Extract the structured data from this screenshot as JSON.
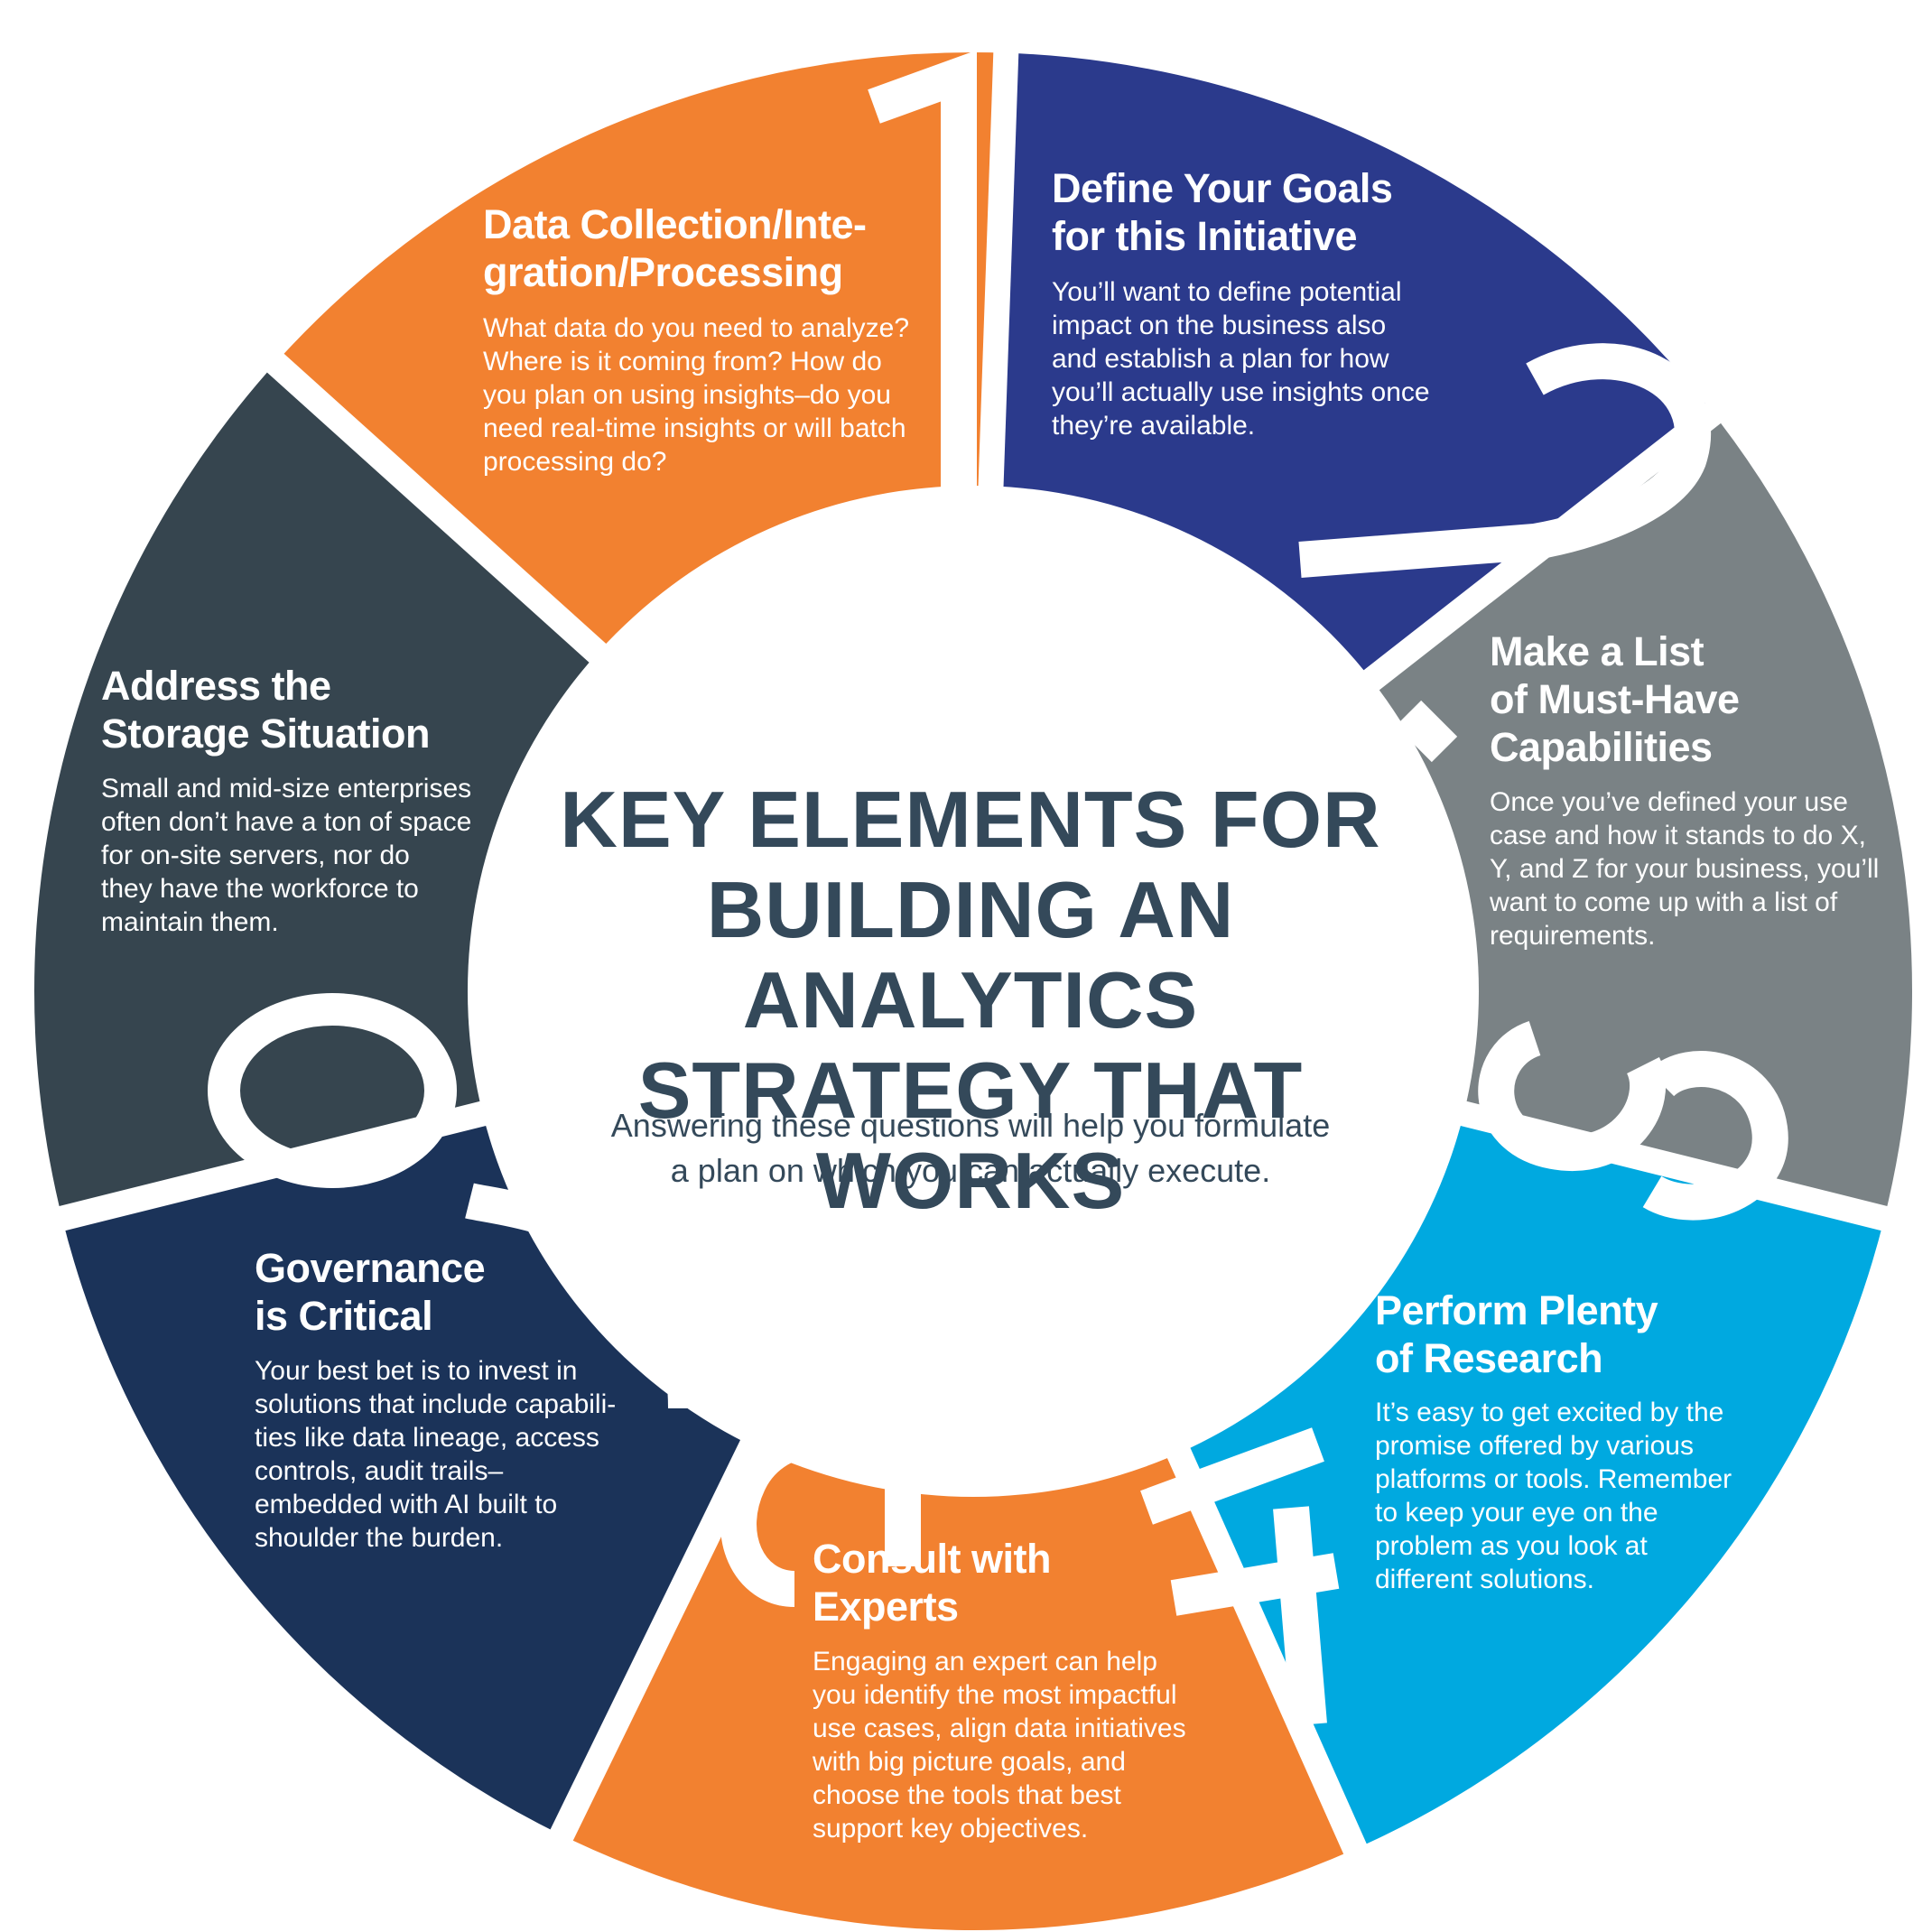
{
  "colors": {
    "orange": "#f28130",
    "navy": "#2b3a8c",
    "gray": "#7a8285",
    "sky_blue": "#00a9e0",
    "dark_navy": "#1b3359",
    "slate": "#36454f",
    "center_text": "#34495a",
    "background": "#ffffff"
  },
  "center": {
    "title": "KEY ELEMENTS FOR\nBUILDING AN ANALYTICS\nSTRATEGY THAT WORKS",
    "subtitle": "Answering these questions will help you formulate\na plan on which you can actually execute."
  },
  "segments": [
    {
      "number": "1",
      "color": "#f28130",
      "title": "Data Collection/Inte-\ngration/Processing",
      "body": "What data do you need to analyze?\nWhere is it coming from? How do\nyou plan on using insights–do you\nneed real-time insights or will batch\nprocessing do?"
    },
    {
      "number": "2",
      "color": "#2b3a8c",
      "title": "Define Your Goals\nfor this Initiative",
      "body": "You’ll want to define potential\nimpact on the business also\nand establish a plan for how\nyou’ll actually use insights once\nthey’re available."
    },
    {
      "number": "3",
      "color": "#7a8285",
      "title": "Make a List\nof Must-Have\nCapabilities",
      "body": "Once you’ve defined your use\ncase and how it stands to do X,\nY, and Z for your business, you’ll\nwant to come up with a list of\nrequirements."
    },
    {
      "number": "4",
      "color": "#00a9e0",
      "title": "Perform Plenty\nof Research",
      "body": "It’s easy to get excited by the\npromise offered by various\nplatforms or tools. Remember\nto keep your eye on the\nproblem as you look at\ndifferent solutions."
    },
    {
      "number": "5",
      "color": "#f28130",
      "title": "Consult with\nExperts",
      "body": "Engaging an expert can help\nyou identify the most impactful\nuse cases, align data initiatives\nwith big picture goals, and\nchoose the tools that best\nsupport key objectives."
    },
    {
      "number": "6",
      "color": "#1b3359",
      "title": "Governance\nis Critical",
      "body": "Your best bet is to invest in\nsolutions that include capabili-\nties like data lineage, access\ncontrols, audit trails–\nembedded with AI built to\nshoulder the burden."
    },
    {
      "number": "7",
      "color": "#36454f",
      "title": "Address the\nStorage Situation",
      "body": "Small and mid-size enterprises\noften don’t have a ton of space\nfor on-site servers, nor do\nthey have the workforce to\nmaintain them."
    }
  ]
}
